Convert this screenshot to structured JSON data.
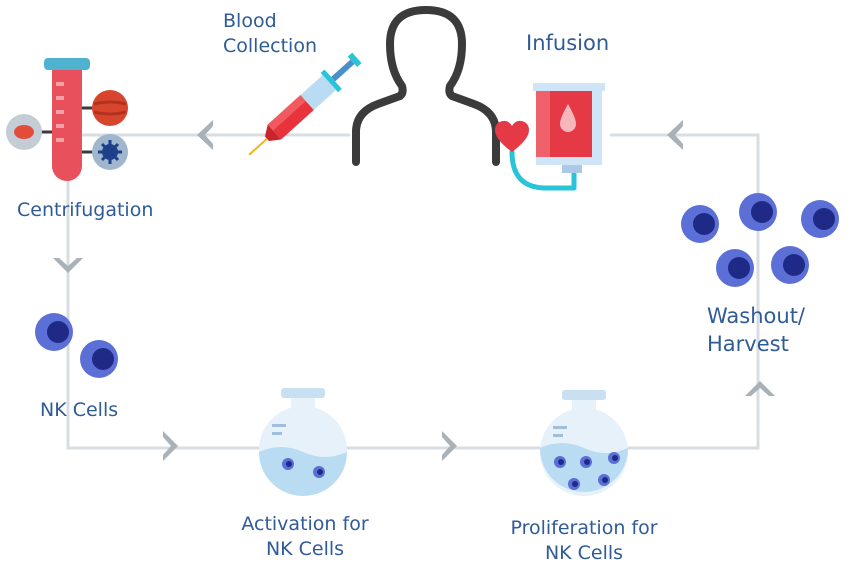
{
  "labels": {
    "blood_collection": [
      "Blood",
      "Collection"
    ],
    "infusion": "Infusion",
    "centrifugation": "Centrifugation",
    "nk_cells": "NK Cells",
    "washout_harvest": [
      "Washout/",
      "Harvest"
    ],
    "activation": [
      "Activation for",
      "NK Cells"
    ],
    "proliferation": [
      "Proliferation for",
      "NK Cells"
    ]
  },
  "colors": {
    "text": "#2f5b97",
    "flow_line": "#d8dde2",
    "arrow": "#a9b1b9",
    "cell_outer": "#5b6fd6",
    "cell_nucleus": "#1e2a86",
    "blood_red": "#e63946",
    "flask": "#cfe4f6",
    "tube_cyan": "#28c5d9"
  },
  "icons": [
    "person-icon",
    "syringe-icon",
    "blood-bag-icon",
    "heart-icon",
    "test-tube-icon",
    "flask-icon",
    "nk-cell-icon"
  ]
}
